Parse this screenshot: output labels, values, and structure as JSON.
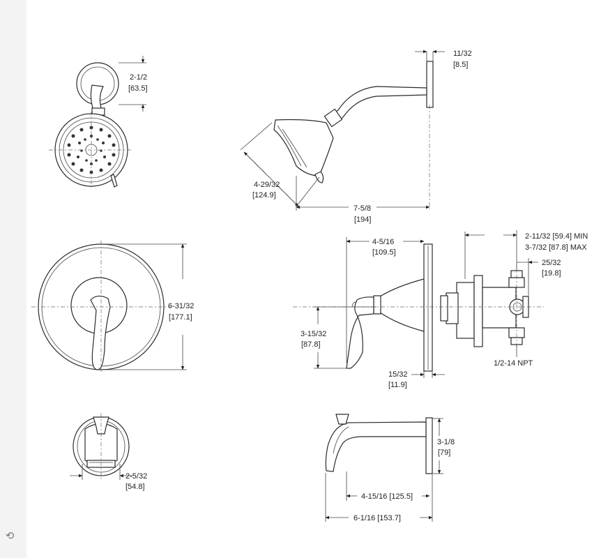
{
  "reset_icon": "rotate-ccw-icon",
  "showerhead_front": {
    "dim": "2-1/2",
    "dim_mm": "[63.5]"
  },
  "showerhead_side": {
    "flange_dim": "11/32",
    "flange_dim_mm": "[8.5]",
    "face_dim": "4-29/32",
    "face_dim_mm": "[124.9]",
    "reach_dim": "7-5/8",
    "reach_dim_mm": "[194]"
  },
  "trim_front": {
    "dim": "6-31/32",
    "dim_mm": "[177.1]"
  },
  "valve_side": {
    "lever_dim": "4-5/16",
    "lever_dim_mm": "[109.5]",
    "min_dim": "2-11/32 [59.4] MIN",
    "max_dim": "3-7/32 [87.8] MAX",
    "offset_dim": "25/32",
    "offset_dim_mm": "[19.8]",
    "height_dim": "3-15/32",
    "height_dim_mm": "[87.8]",
    "plate_dim": "15/32",
    "plate_dim_mm": "[11.9]",
    "npt_label": "1/2-14 NPT"
  },
  "spout_front": {
    "dim": "2-5/32",
    "dim_mm": "[54.8]"
  },
  "spout_side": {
    "height_dim": "3-1/8",
    "height_dim_mm": "[79]",
    "reach_dim": "4-15/16  [125.5]",
    "length_dim": "6-1/16  [153.7]"
  }
}
